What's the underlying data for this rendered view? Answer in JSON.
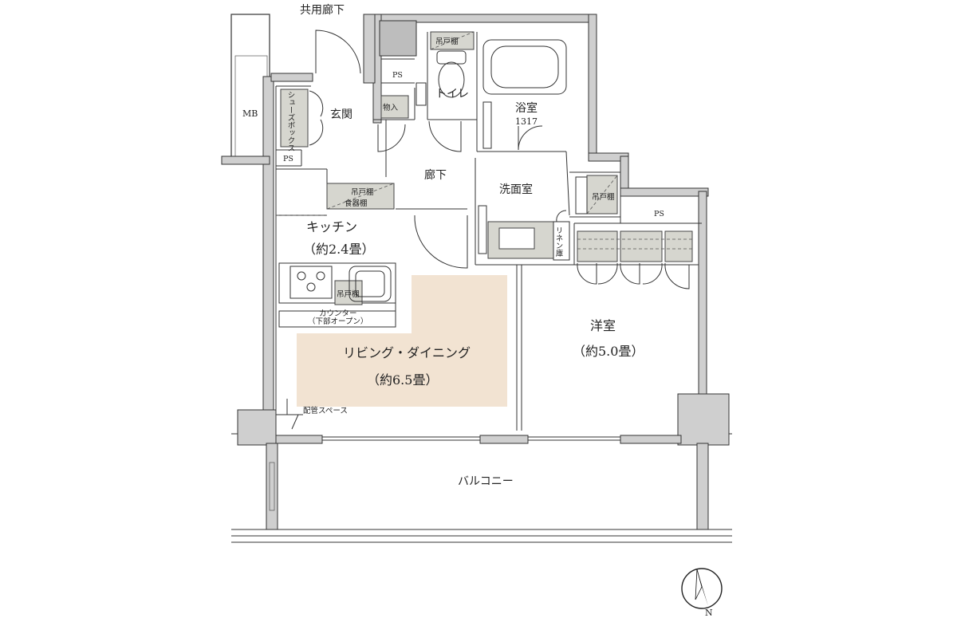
{
  "labels": {
    "corridor_common": "共用廊下",
    "mb": "MB",
    "ps_top": "PS",
    "ps_left": "PS",
    "ps_right": "PS",
    "shoe_box": "シューズボックス",
    "entrance": "玄関",
    "storage": "物入",
    "toilet": "トイレ",
    "toilet_shelf": "吊戸棚",
    "bath": "浴室",
    "bath_size": "1317",
    "hallway": "廊下",
    "washroom": "洗面室",
    "wash_shelf": "吊戸棚",
    "linen": "リネン庫",
    "kitchen_shelf_1": "吊戸棚",
    "kitchen_shelf_2": "食器棚",
    "kitchen": "キッチン",
    "kitchen_area": "（約2.4畳）",
    "counter_shelf": "吊戸棚",
    "counter": "カウンター",
    "counter_sub": "（下部オープン）",
    "living": "リビング・ダイニング",
    "living_area": "（約6.5畳）",
    "western": "洋室",
    "western_area": "（約5.0畳）",
    "pipe_space": "配管スペース",
    "balcony": "バルコニー",
    "north": "N"
  },
  "colors": {
    "living_highlight": "#f2e3d2",
    "wall": "#333333",
    "storage_fill": "#d6d6cf"
  }
}
